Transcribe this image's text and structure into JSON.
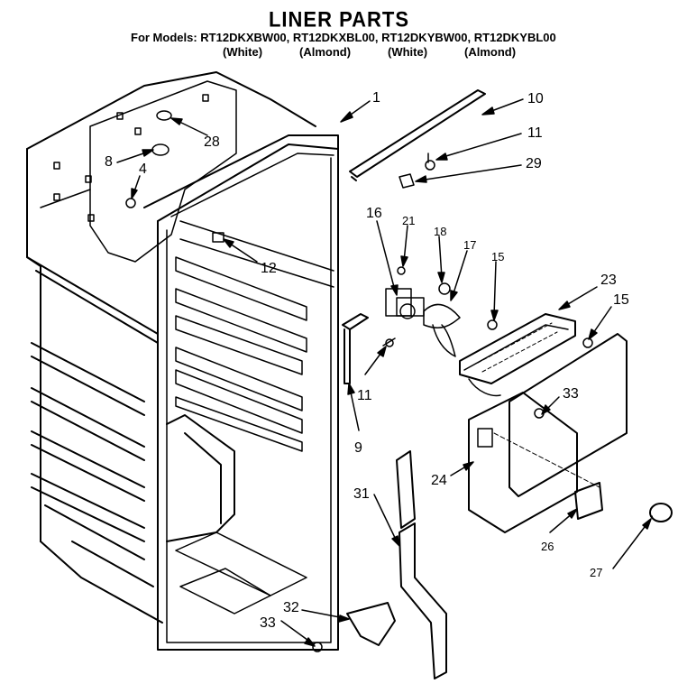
{
  "header": {
    "title": "LINER PARTS",
    "models_prefix": "For Models:",
    "models": "RT12DKXBW00, RT12DKXBL00, RT12DKYBW00, RT12DKYBL00",
    "colors": [
      "(White)",
      "(Almond)",
      "(White)",
      "(Almond)"
    ]
  },
  "callouts": [
    {
      "id": "1",
      "label": "1"
    },
    {
      "id": "10",
      "label": "10"
    },
    {
      "id": "11a",
      "label": "11"
    },
    {
      "id": "29",
      "label": "29"
    },
    {
      "id": "28",
      "label": "28"
    },
    {
      "id": "8",
      "label": "8"
    },
    {
      "id": "4",
      "label": "4"
    },
    {
      "id": "12",
      "label": "12"
    },
    {
      "id": "16",
      "label": "16"
    },
    {
      "id": "21",
      "label": "21"
    },
    {
      "id": "18",
      "label": "18"
    },
    {
      "id": "17",
      "label": "17"
    },
    {
      "id": "15a",
      "label": "15"
    },
    {
      "id": "23",
      "label": "23"
    },
    {
      "id": "15b",
      "label": "15"
    },
    {
      "id": "11b",
      "label": "11"
    },
    {
      "id": "9",
      "label": "9"
    },
    {
      "id": "33a",
      "label": "33"
    },
    {
      "id": "24",
      "label": "24"
    },
    {
      "id": "31",
      "label": "31"
    },
    {
      "id": "26",
      "label": "26"
    },
    {
      "id": "27",
      "label": "27"
    },
    {
      "id": "32",
      "label": "32"
    },
    {
      "id": "33b",
      "label": "33"
    }
  ]
}
